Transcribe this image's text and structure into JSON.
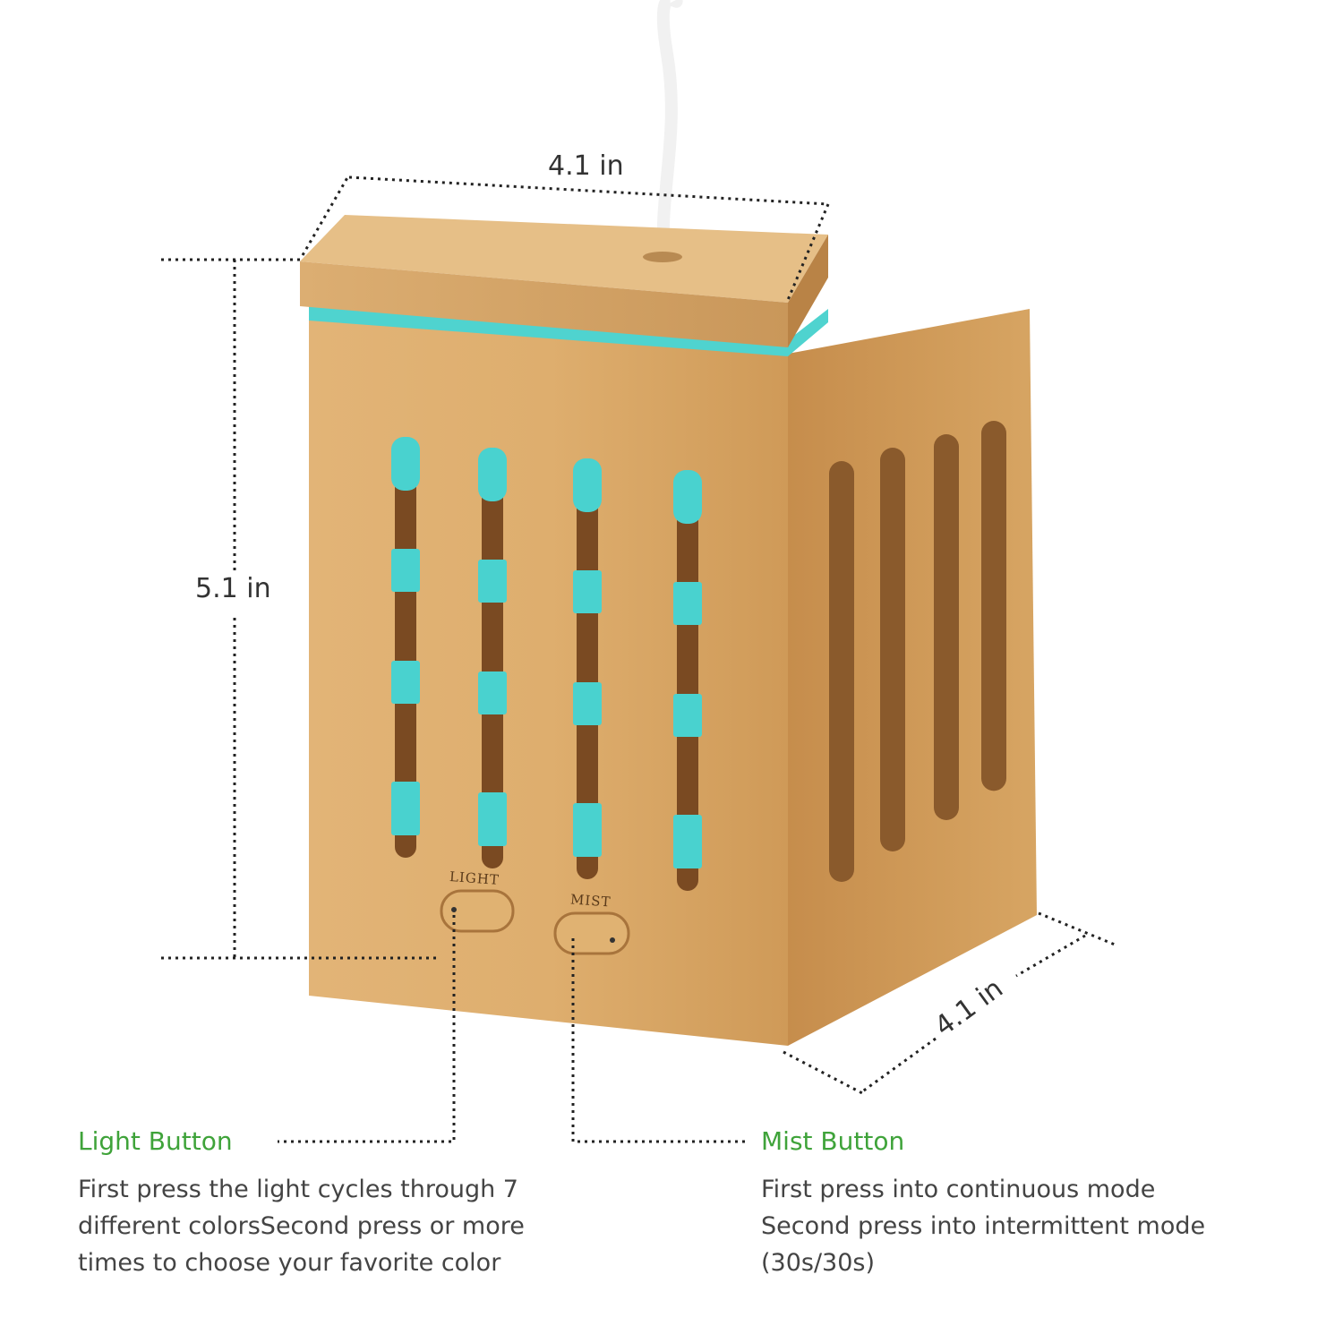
{
  "dimensions": {
    "width": "4.1 in",
    "height": "5.1 in",
    "depth": "4.1 in"
  },
  "device_labels": {
    "light": "LIGHT",
    "mist": "MIST"
  },
  "light_button": {
    "title": "Light Button",
    "lines": [
      "First press the light cycles through 7",
      "different colorsSecond press or more",
      "times to choose your favorite color"
    ]
  },
  "mist_button": {
    "title": "Mist Button",
    "lines": [
      "First press into continuous mode",
      "Second press into intermittent mode",
      "(30s/30s)"
    ]
  },
  "colors": {
    "accent_text": "#3fa33a",
    "wood": "#d9a865",
    "led": "#3fd0d0"
  }
}
